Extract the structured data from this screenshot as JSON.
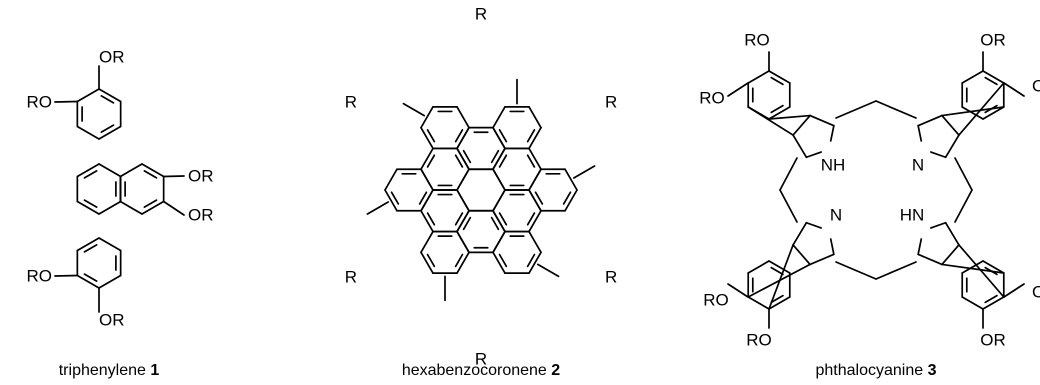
{
  "molecules": [
    {
      "name": "triphenylene",
      "number": "1",
      "substituent": "RO",
      "substituent_right": "OR"
    },
    {
      "name": "hexabenzocoronene",
      "number": "2",
      "substituent": "R"
    },
    {
      "name": "phthalocyanine",
      "number": "3",
      "substituent": "RO",
      "substituent_right": "OR",
      "nitrogen": "N",
      "nh_left": "NH",
      "nh_right": "HN"
    }
  ]
}
